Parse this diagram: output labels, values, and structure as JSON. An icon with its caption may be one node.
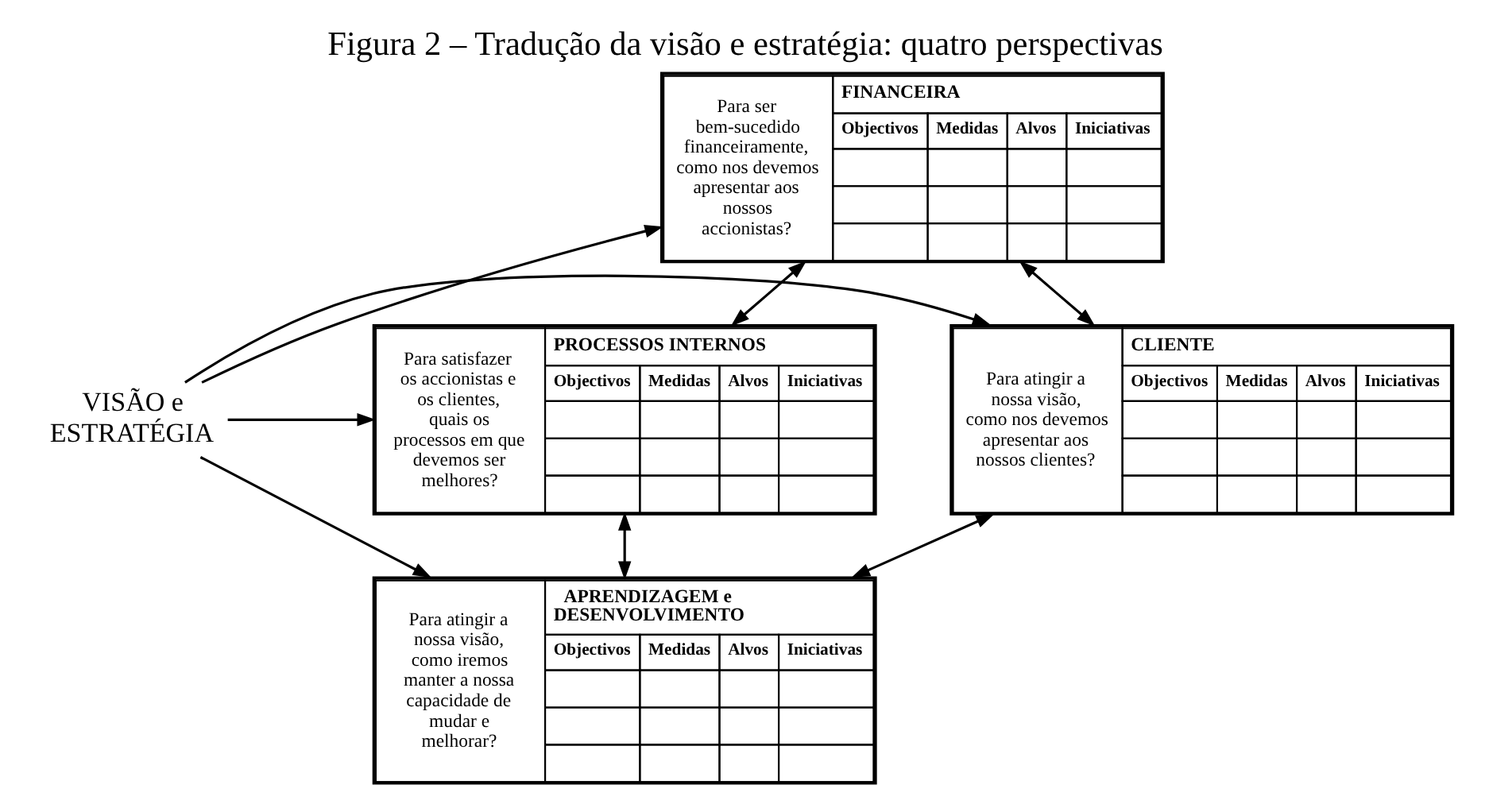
{
  "diagram": {
    "title": "Figura 2 – Tradução da visão e estratégia: quatro perspectivas",
    "nodes": [
      {
        "text": [
          "Para ser bem-sucedido financeiramente, como nos devemos apresentar aos nossos accionistas?",
          "FINANCEIRA",
          "Objectivos",
          "Medidas",
          "Alvos",
          "Iniciativas"
        ]
      },
      {
        "text": [
          "Para atingir a nossa visão, como nos devemos apresentar aos nossos clientes?",
          "CLIENTE",
          "Objectivos",
          "Medidas",
          "Alvos",
          "Iniciativas"
        ]
      },
      {
        "text": [
          "VISÃO e ESTRATÉGIA"
        ]
      },
      {
        "text": [
          "Para satisfazer os accionistas e os clientes, quais os processos em que devemos ser melhores?",
          "PROCESSOS INTERNOS",
          "Objectivos",
          "Medidas",
          "Alvos",
          "Iniciativas"
        ]
      },
      {
        "text": [
          "Para atingir a nossa visão, como iremos manter a nossa capacidade de mudar e melhorar?",
          "APRENDIZAGEM e DESENVOLVIMENTO",
          "Objectivos",
          "Medidas",
          "Alvos",
          "Iniciativas"
        ]
      }
    ],
    "edges": [
      {
        "from": 2,
        "to": 0,
        "arrow": "to"
      },
      {
        "from": 2,
        "to": 1,
        "arrow": "to"
      },
      {
        "from": 2,
        "to": 3,
        "arrow": "to"
      },
      {
        "from": 2,
        "to": 4,
        "arrow": "to"
      },
      {
        "from": 0,
        "to": 1,
        "arrow": "both"
      },
      {
        "from": 0,
        "to": 3,
        "arrow": "both"
      },
      {
        "from": 1,
        "to": 4,
        "arrow": "both"
      },
      {
        "from": 3,
        "to": 4,
        "arrow": "both"
      }
    ]
  }
}
